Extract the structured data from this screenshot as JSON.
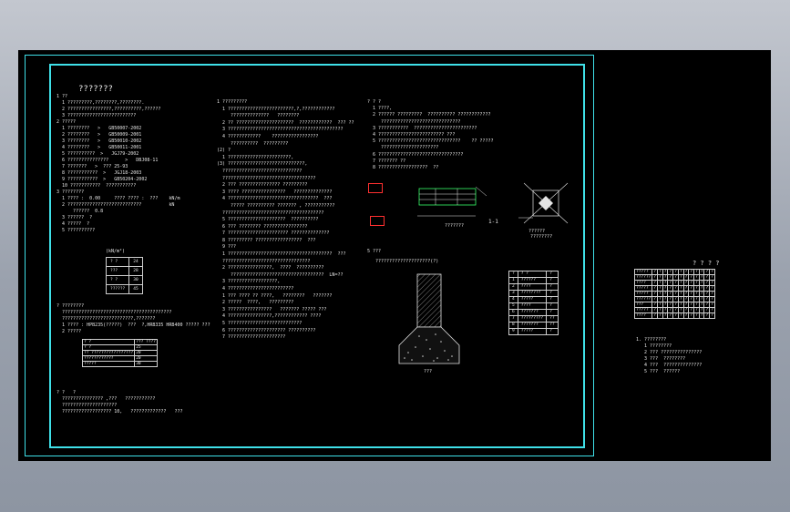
{
  "drawing": {
    "main_title": "???????",
    "col1": [
      "1 ??",
      "  1 ?????????,????????,????????.",
      "  2 ????????????????,??????????,??????",
      "  3 ?????????????????????????",
      "2 ?????",
      "  1 ????????   >   GB50007-2002",
      "  2 ????????   >   GB50009-2001",
      "  3 ????????   >   GB50010-2002",
      "  4 ????????   >   GB50011-2001",
      "  5 ??????????  >   JGJ79-2002",
      "  6 ???????????????      >   DBJ08-11",
      "  7 ???????   >  ??? 25-93",
      "  8 ???????????  >   JGJ18-2003",
      "  9 ???????????  >   GB50204-2002",
      "  10 ???????????  ???????????",
      "3 ????????",
      "  1 ???? :  0.00     ???? ???? :  ???    kN/m",
      "  2 ???????????????????????????          kN",
      "      ??????  0.8",
      "  3 ??????  ?",
      "  4 ?????  ?",
      "  5 ??????????"
    ],
    "col1_unit": "(kN/m²)",
    "small_table": [
      [
        "? ?",
        "24"
      ],
      [
        "???",
        "28"
      ],
      [
        "? ?",
        "30"
      ],
      [
        "??????",
        "45"
      ]
    ],
    "col1b": [
      "? ????????",
      "  ????????????????????????????????????????",
      "  ??????????????????????????,???????",
      "  1 ???? : HPB235(?????)  ???  ?,HRB335 HRB400 ????? ???",
      "  2 ?????"
    ],
    "rebar_table": {
      "header": [
        "? ?",
        "??? ????"
      ],
      "rows": [
        [
          "? ?",
          "25"
        ],
        [
          "??  ?????????????????",
          "20"
        ],
        [
          "????????????",
          "20"
        ],
        [
          "?????",
          "30"
        ]
      ]
    },
    "col1c": [
      "? ?   ?",
      "  ??????????????? ,???   ???????????",
      "  ????????????????????",
      "  ?????????????????? 10,   ?????????????   ???"
    ],
    "col2": [
      "1 ?????????",
      "  1 ????????????????????????,?,????????????",
      "     ??????????????   ????????",
      "  2 ?? ?????????????????????  ????????????  ??? ??",
      "  3 ??????????????????????????????????????????",
      "  4 ????????????    ?????????????????",
      "     ??????????  ?????????",
      "(2) ?",
      "  1 ???????????????????????,",
      "(3) ????????????????????????????,",
      "  ?????????????????????????????",
      "  ??????????????????????????????????",
      "  2 ??? ??????????????? ?????????",
      "  3 ???? ????????????????   ??????????????",
      "  4 ?????????????????????????????????  ???",
      "     ????? ?????????? ??????? , ???????????",
      "  ?????????????????????????????????????",
      "  5 ?????????????????????  ??????????",
      "  6 ??? ???????? ????????????????",
      "  7 ?????????????????????? ??????????????",
      "  8 ????????? ?????????????????  ???",
      "  9 ???",
      "  1 ??????????????????????????????????????  ???",
      "  ????????????????????????????????",
      "  2 ????????????????,  ????  ??????????",
      "     ??????????????????????????????????  LN=??",
      "  3 ??????????????????,",
      "  4 ????????????????????????",
      "  1 ??? ???? ?? ????,   ????????   ???????",
      "  2 ?????  ????,   ?????????",
      "  3 ????????????????   ??????? ????? ???",
      "  4 ????????????????,???????????? ????",
      "  5 ???????????????????????????",
      "  6 ????????????????????? ??????????",
      "  7 ?????????????????????"
    ],
    "col3": [
      "? ? ?",
      "  1 ????,",
      "  2 ?????? ?????????  ?????????? ????????????",
      "     ?????????????????????????????",
      "  3 ???????????  ???????????????????????",
      "  4 ???????????????????????? ???",
      "  5 ??????????????????????????????    ?? ?????",
      "     ?????????????????????",
      "  6 ???????????????????????????????",
      "  7 ??????? ??",
      "  8 ??????????????????  ??"
    ],
    "col3_labels": {
      "section_5": "5 ???",
      "pile_note": "????????????????????(?)",
      "plate_label": "??????",
      "plate_sub": "????????",
      "pile_caption": "???",
      "detail_label": "???????",
      "tag1": "1-1",
      "tag2": "?"
    },
    "mid_table": {
      "rows": [
        [
          "?",
          "? ?",
          "?"
        ],
        [
          "1",
          "??????",
          "?"
        ],
        [
          "2",
          "????",
          "?"
        ],
        [
          "3",
          "????????",
          "?"
        ],
        [
          "4",
          "?????",
          "?"
        ],
        [
          "5",
          "????",
          "?"
        ],
        [
          "6",
          "???????",
          "?"
        ],
        [
          "7",
          "?????????",
          "??"
        ],
        [
          "8",
          "???????",
          "??"
        ],
        [
          "9",
          "?????",
          "?"
        ]
      ]
    },
    "side_title": "? ? ? ?",
    "side_table": {
      "rows": [
        [
          "?????",
          "?",
          "?",
          "?",
          "?",
          "?",
          "?",
          "?",
          "?",
          "?",
          "?",
          "?",
          "?"
        ],
        [
          "??????",
          "?",
          "?",
          "?",
          "?",
          "?",
          "?",
          "?",
          "?",
          "?",
          "?",
          "?",
          "?"
        ],
        [
          "????",
          "?",
          "?",
          "?",
          "?",
          "?",
          "?",
          "?",
          "?",
          "?",
          "?",
          "?",
          "?"
        ],
        [
          "?????",
          "?",
          "?",
          "?",
          "?",
          "?",
          "?",
          "?",
          "?",
          "?",
          "?",
          "?",
          "?"
        ],
        [
          "?????",
          "?",
          "?",
          "?",
          "?",
          "?",
          "?",
          "?",
          "?",
          "?",
          "?",
          "?",
          "?"
        ],
        [
          "??????",
          "?",
          "?",
          "?",
          "?",
          "?",
          "?",
          "?",
          "?",
          "?",
          "?",
          "?",
          "?"
        ],
        [
          "???",
          "?",
          "?",
          "?",
          "?",
          "?",
          "?",
          "?",
          "?",
          "?",
          "?",
          "?",
          "?"
        ],
        [
          "?????",
          "?",
          "?",
          "?",
          "?",
          "?",
          "?",
          "?",
          "?",
          "?",
          "?",
          "?",
          "?"
        ],
        [
          "????",
          "?",
          "?",
          "?",
          "?",
          "?",
          "?",
          "?",
          "?",
          "?",
          "?",
          "?",
          "?"
        ]
      ]
    },
    "side_notes": [
      "1. ????????",
      "   1 ????????",
      "   2 ??? ???????????????",
      "   3 ???  ????????",
      "   4 ???  ??????????????",
      "   5 ???  ??????"
    ]
  },
  "colors": {
    "frame": "#3fe0e8",
    "background": "#000000",
    "lines": "#e4e4e4",
    "accent_red": "#ff3030",
    "accent_green": "#39ff6a"
  }
}
